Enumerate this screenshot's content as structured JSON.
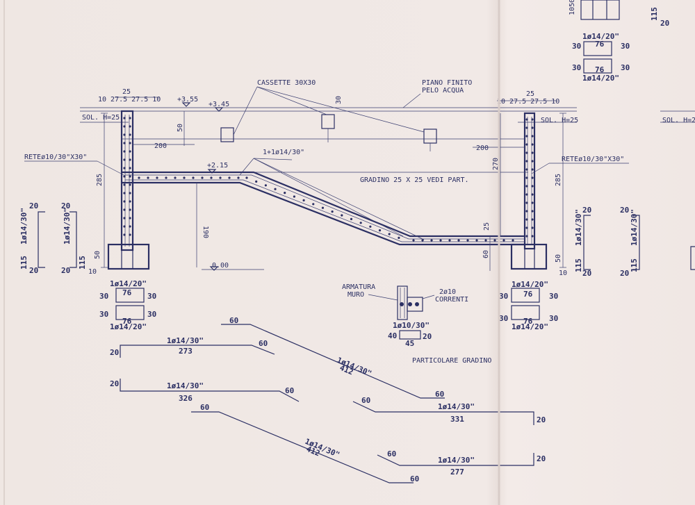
{
  "labels": {
    "cassette": "CASSETTE 30X30",
    "piano_finito_1": "PIANO FINITO",
    "piano_finito_2": "PELO ACQUA",
    "sol_left": "SOL. H=25",
    "sol_right": "SOL. H=25",
    "sol_far": "SOL. H=2",
    "rete_left": "RETEø10/30\"X30\"",
    "rete_right": "RETEø10/30\"X30\"",
    "bar_mid": "1+1ø14/30\"",
    "gradino": "GRADINO 25 X 25 VEDI PART.",
    "armatura_1": "ARMATURA",
    "armatura_2": "MURO",
    "correnti_1": "2ø10",
    "correnti_2": "CORRENTI",
    "particolare": "PARTICOLARE GRADINO"
  },
  "levels": {
    "l355": "+3.55",
    "l345": "+3.45",
    "l215": "+2.15",
    "l000": "0.00"
  },
  "dims": {
    "top_left": "10 27.5 27.5 10",
    "top_left_25": "25",
    "top_right": "10 27.5 27.5 10",
    "top_right_25": "25",
    "d30": "30",
    "d50": "50",
    "d200_left": "200",
    "d200_right": "200",
    "d285_left": "285",
    "d285_right": "285",
    "d270": "270",
    "d190": "190",
    "d25": "25",
    "d60": "60",
    "d50_bl": "50",
    "d50_br": "50",
    "d10_bl": "10",
    "d10_br": "10",
    "top_10": "10",
    "top_50": "50",
    "top_right_115": "115",
    "top_right_20": "20"
  },
  "stirrups": {
    "label_top": "1ø14/20\"",
    "w": "76",
    "h": "30",
    "w_bottom": "76",
    "label_bottom": "1ø14/20\""
  },
  "side_bars": {
    "bar": "1ø14/30\"",
    "top": "20",
    "height": "115",
    "bottom": "20"
  },
  "step_detail": {
    "bar": "1ø10/30\"",
    "a": "40",
    "b": "45",
    "c": "20"
  },
  "bars": [
    {
      "label": "1ø14/30\"",
      "length": "273",
      "hook_left": "20",
      "hook_right": "60"
    },
    {
      "label": "1ø14/30\"",
      "length": "326",
      "hook_left": "20",
      "hook_right": "60"
    },
    {
      "label": "1ø14/30\"",
      "length": "412",
      "hook_left": "60",
      "hook_right": "60"
    },
    {
      "label": "1ø14/30\"",
      "length": "412",
      "hook_left": "60",
      "hook_right": "60"
    },
    {
      "label": "1ø14/30\"",
      "length": "331",
      "hook_left": "60",
      "hook_right": "20"
    },
    {
      "label": "1ø14/30\"",
      "length": "277",
      "hook_left": "60",
      "hook_right": "20"
    }
  ]
}
